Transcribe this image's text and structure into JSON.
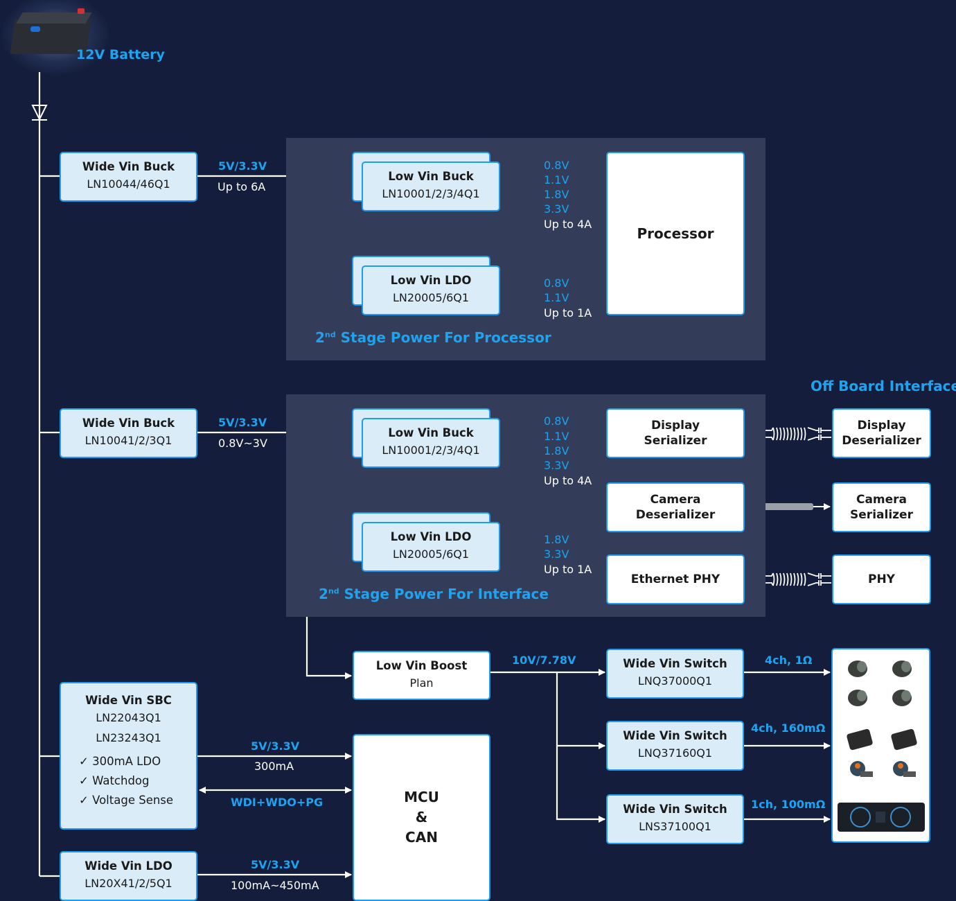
{
  "battery": {
    "label": "12V Battery"
  },
  "stage1": {
    "label_sup": "nd",
    "label_pre": "2",
    "label_rest": " Stage Power For Processor"
  },
  "stage2": {
    "label_sup": "nd",
    "label_pre": "2",
    "label_rest": " Stage Power For Interface"
  },
  "off_board": {
    "label": "Off Board Interface"
  },
  "buck1": {
    "title": "Wide Vin Buck",
    "part": "LN10044/46Q1",
    "out_voltage": "5V/3.3V",
    "out_current": "Up to 6A"
  },
  "buck2": {
    "title": "Wide Vin Buck",
    "part": "LN10041/2/3Q1",
    "out_voltage": "5V/3.3V",
    "out_range": "0.8V~3V"
  },
  "lvbuck1": {
    "title": "Low Vin Buck",
    "part": "LN10001/2/3/4Q1",
    "outputs": [
      "0.8V",
      "1.1V",
      "1.8V",
      "3.3V"
    ],
    "current": "Up to 4A"
  },
  "lvldo1": {
    "title": "Low Vin LDO",
    "part": "LN20005/6Q1",
    "outputs": [
      "0.8V",
      "1.1V"
    ],
    "current": "Up to 1A"
  },
  "processor": {
    "label": "Processor"
  },
  "lvbuck2": {
    "title": "Low Vin Buck",
    "part": "LN10001/2/3/4Q1",
    "outputs": [
      "0.8V",
      "1.1V",
      "1.8V",
      "3.3V"
    ],
    "current": "Up to 4A"
  },
  "lvldo2": {
    "title": "Low Vin LDO",
    "part": "LN20005/6Q1",
    "outputs": [
      "1.8V",
      "3.3V"
    ],
    "current": "Up to 1A"
  },
  "display_ser": {
    "line1": "Display",
    "line2": "Serializer"
  },
  "display_deser": {
    "line1": "Display",
    "line2": "Deserializer"
  },
  "camera_deser": {
    "line1": "Camera",
    "line2": "Deserializer"
  },
  "camera_ser": {
    "line1": "Camera",
    "line2": "Serializer"
  },
  "ethernet_phy": {
    "label": "Ethernet PHY"
  },
  "phy": {
    "label": "PHY"
  },
  "boost": {
    "title": "Low Vin Boost",
    "sub": "Plan",
    "out_voltage": "10V/7.78V"
  },
  "switch1": {
    "title": "Wide Vin Switch",
    "part": "LNQ37000Q1",
    "spec": "4ch, 1Ω"
  },
  "switch2": {
    "title": "Wide Vin Switch",
    "part": "LNQ37160Q1",
    "spec": "4ch, 160mΩ"
  },
  "switch3": {
    "title": "Wide Vin Switch",
    "part": "LNS37100Q1",
    "spec": "1ch, 100mΩ"
  },
  "sbc": {
    "title": "Wide Vin SBC",
    "part1": "LN22043Q1",
    "part2": "LN23243Q1",
    "features": [
      "300mA LDO",
      "Watchdog",
      "Voltage Sense"
    ],
    "out_voltage": "5V/3.3V",
    "out_current": "300mA",
    "signals": "WDI+WDO+PG"
  },
  "ldo_main": {
    "title": "Wide Vin LDO",
    "part": "LN20X41/2/5Q1",
    "out_voltage": "5V/3.3V",
    "out_current": "100mA~450mA"
  },
  "mcu": {
    "line1": "MCU",
    "line2": "&",
    "line3": "CAN"
  },
  "colors": {
    "background": "#141e3c",
    "panel": "#333c58",
    "accent": "#1d9bf0",
    "box_fill": "#d9ecf8"
  }
}
